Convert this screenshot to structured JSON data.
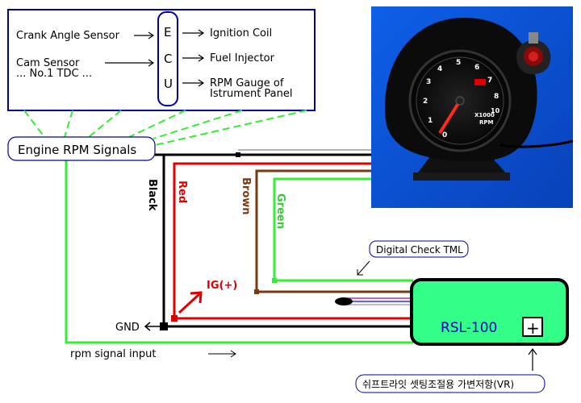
{
  "colors": {
    "box_border": "#0000a0",
    "wire_black": "#000000",
    "wire_red": "#e00000",
    "wire_brown": "#7a3a10",
    "wire_green": "#33ee33",
    "module_fill": "#33ff88",
    "module_text": "#0000c0",
    "photo_bg": "#0a57e0"
  },
  "ecu": {
    "inputs": {
      "crank": "Crank Angle Sensor",
      "cam_line1": "Cam Sensor",
      "cam_line2": "... No.1 TDC ..."
    },
    "letters": [
      "E",
      "C",
      "U"
    ],
    "outputs": {
      "ignition": "Ignition Coil",
      "injector": "Fuel Injector",
      "rpm_line1": "RPM Gauge of",
      "rpm_line2": "Istrument Panel"
    }
  },
  "signals_label": "Engine RPM Signals",
  "wires": {
    "black": "Black",
    "red": "Red",
    "brown": "Brown",
    "green": "Green"
  },
  "ig_label": "IG(+)",
  "gnd_label": "GND",
  "rpm_input_label": "rpm signal input",
  "digital_check_label": "Digital Check TML",
  "module": {
    "name": "RSL-100",
    "plus": "+"
  },
  "vr_label": "쉬프트라잇 셋팅조절용 가변저항(VR)",
  "photo": {
    "gauge_unit_1": "X1000",
    "gauge_unit_2": "RPM",
    "ticks": [
      "4",
      "5",
      "6",
      "7",
      "8",
      "3",
      "2",
      "1",
      "0",
      "10"
    ]
  }
}
